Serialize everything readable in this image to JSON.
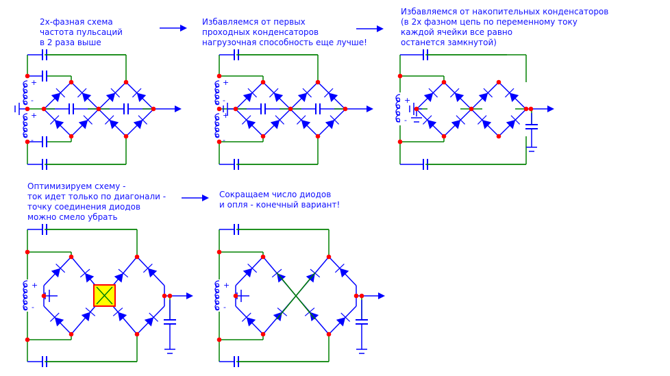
{
  "captions": {
    "step1": [
      "2х-фазная схема",
      "частота пульсаций",
      "в 2 раза выше"
    ],
    "step2": [
      "Избавляемся от первых",
      "проходных конденсаторов",
      "нагрузочная способность еще лучше!"
    ],
    "step3": [
      "Избавляемся от накопительных конденсаторов",
      "(в 2х фазном цепь по переменному току",
      "каждой ячейки все равно",
      "останется замкнутой)"
    ],
    "step4": [
      "Оптимизируем схему -",
      "ток идет только по диагонали -",
      "точку соединения диодов",
      "можно смело убрать"
    ],
    "step5": [
      "Сокращаем число диодов",
      "и опля - конечный вариант!"
    ]
  },
  "coil_polarity": {
    "plus": "+",
    "minus": "-"
  },
  "colors": {
    "component": "#0000ff",
    "wire": "#008000",
    "node": "#ff0000",
    "text": "#1010ff",
    "highlight_fill": "#ffff00",
    "highlight_border": "#ff0000"
  }
}
